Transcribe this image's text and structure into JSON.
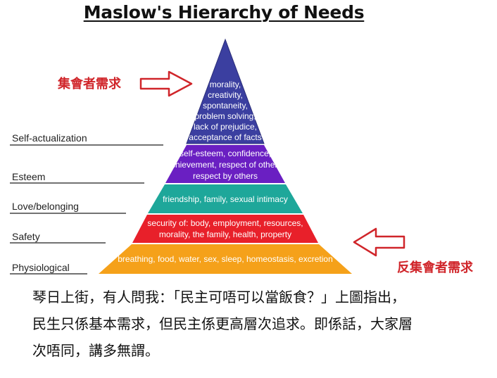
{
  "title": "Maslow's Hierarchy of Needs",
  "annotations": {
    "top": "集會者需求",
    "bottom": "反集會者需求"
  },
  "levels": [
    {
      "name": "Self-actualization",
      "color": "#3b3fa0",
      "lines": [
        "morality,",
        "creativity,",
        "spontaneity,",
        "problem solving,",
        "lack of prejudice,",
        "acceptance of facts"
      ]
    },
    {
      "name": "Esteem",
      "color": "#6a1fc2",
      "lines": [
        "self-esteem, confidence,",
        "achievement, respect of others,",
        "respect by others"
      ]
    },
    {
      "name": "Love/belonging",
      "color": "#1ea79a",
      "lines": [
        "friendship, family, sexual intimacy"
      ]
    },
    {
      "name": "Safety",
      "color": "#e8202a",
      "lines": [
        "security of: body, employment, resources,",
        "morality, the family, health, property"
      ]
    },
    {
      "name": "Physiological",
      "color": "#f5a11a",
      "lines": [
        "breathing, food, water, sex, sleep, homeostasis, excretion"
      ]
    }
  ],
  "colors": {
    "annotation": "#d0252a",
    "line": "#444444"
  },
  "caption": {
    "lines": [
      "琴日上街，有人問我：「民主可唔可以當飯食？」上圖指出，",
      "民生只係基本需求，但民主係更高層次追求。即係話，大家層",
      "次唔同，講多無謂。"
    ]
  }
}
